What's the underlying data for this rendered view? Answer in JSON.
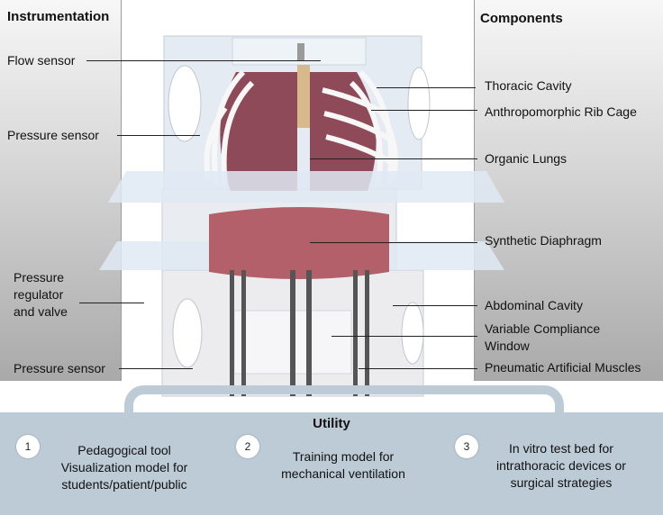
{
  "instrumentation": {
    "heading": "Instrumentation",
    "labels": [
      "Flow sensor",
      "Pressure sensor",
      "Pressure\nregulator\nand valve",
      "Pressure sensor"
    ]
  },
  "components": {
    "heading": "Components",
    "labels": [
      "Thoracic Cavity",
      "Anthropomorphic Rib Cage",
      "Organic Lungs",
      "Synthetic Diaphragm",
      "Abdominal Cavity",
      "Variable Compliance\nWindow",
      "Pneumatic Artificial Muscles"
    ]
  },
  "utility": {
    "title": "Utility",
    "items": [
      {
        "number": "1",
        "text": "Pedagogical tool\nVisualization model for\nstudents/patient/public"
      },
      {
        "number": "2",
        "text": "Training model for\nmechanical ventilation"
      },
      {
        "number": "3",
        "text": "In vitro test bed for\nintrathoracic devices or\nsurgical strategies"
      }
    ]
  },
  "colors": {
    "lung": "#8e4a58",
    "diaphragm": "#b4606a",
    "acrylic": "#dfe9f3",
    "utility_band": "#bccbd6"
  }
}
